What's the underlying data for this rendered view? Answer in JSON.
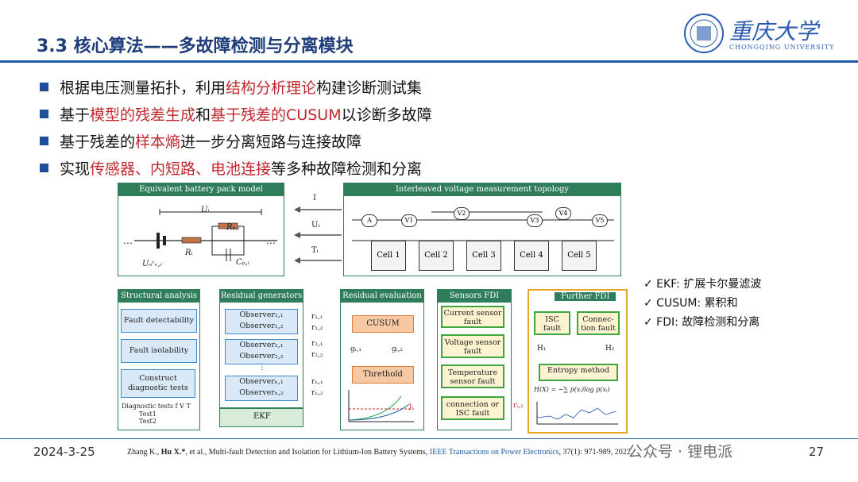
{
  "header": {
    "title": "3.3 核心算法——多故障检测与分离模块",
    "logo_text": "重庆大学",
    "logo_sub": "CHONGQING UNIVERSITY"
  },
  "bullets": [
    {
      "parts": [
        {
          "t": "根据电压测量拓扑，利用",
          "red": false
        },
        {
          "t": "结构分析理论",
          "red": true
        },
        {
          "t": "构建诊断测试集",
          "red": false
        }
      ]
    },
    {
      "parts": [
        {
          "t": "基于",
          "red": false
        },
        {
          "t": "模型的残差生成",
          "red": true
        },
        {
          "t": "和",
          "red": false
        },
        {
          "t": "基于残差的CUSUM",
          "red": true
        },
        {
          "t": "以诊断多故障",
          "red": false
        }
      ]
    },
    {
      "parts": [
        {
          "t": "基于残差的",
          "red": false
        },
        {
          "t": "样本熵",
          "red": true
        },
        {
          "t": "进一步分离短路与连接故障",
          "red": false
        }
      ]
    },
    {
      "parts": [
        {
          "t": "实现",
          "red": false
        },
        {
          "t": "传感器、内短路、电池连接",
          "red": true
        },
        {
          "t": "等多种故障检测和分离",
          "red": false
        }
      ]
    }
  ],
  "diagram": {
    "model_title": "Equivalent battery pack model",
    "topology_title": "Interleaved voltage measurement topology",
    "signals": [
      "I",
      "Uᵢ",
      "Tᵢ"
    ],
    "model_labels": {
      "ui": "Uᵢ",
      "rp": "Rₚ,ᵢ",
      "ri": "Rᵢ",
      "uocv": "Uₒᶜᵥ,ᵢ",
      "cp": "Cₚ,ᵢ"
    },
    "meters": [
      "A",
      "V1",
      "V2",
      "V3",
      "V4",
      "V5"
    ],
    "cells": [
      "Cell 1",
      "Cell 2",
      "Cell 3",
      "Cell 4",
      "Cell 5"
    ],
    "structural": {
      "title": "Structural analysis",
      "steps": [
        "Fault detectability",
        "Fault isolability",
        "Construct diagnostic tests"
      ],
      "table_head": "Diagnostic tests  f  V  T",
      "rows": [
        "Test1",
        "Test2"
      ]
    },
    "residual_gen": {
      "title": "Residual generators",
      "observers": [
        [
          "Observer₁,₁",
          "Observer₁,₂"
        ],
        [
          "Observer₂,₁",
          "Observer₂,₂"
        ],
        [
          "Observerₙ,₁",
          "Observerₙ,₂"
        ]
      ],
      "residuals": [
        "r₁,₁",
        "r₁,₂",
        "r₂,₁",
        "r₂,₂",
        "rₙ,₁",
        "rₙ,₂"
      ],
      "ekf": "EKF"
    },
    "evaluation": {
      "title": "Residual evaluation",
      "cusum": "CUSUM",
      "g1": "gᵢ,₁",
      "g2": "gᵢ,₂",
      "threshold": "Threthold",
      "j": "Jᵢ"
    },
    "sensors": {
      "title": "Sensors FDI",
      "items": [
        "Current sensor fault",
        "Voltage sensor fault",
        "Temperature sensor fault",
        "connection or ISC fault"
      ],
      "r": "rᵢ,₂"
    },
    "further": {
      "title": "Further FDI",
      "isc": "ISC fault",
      "conn": "Connec- tion fault",
      "h1": "H₁",
      "h2": "H₂",
      "entropy": "Entropy method",
      "formula": "H(X) = −∑ p(xᵢ)log p(xᵢ)"
    }
  },
  "notes": [
    "✓  EKF: 扩展卡尔曼滤波",
    "✓  CUSUM: 累积和",
    "✓  FDI: 故障检测和分离"
  ],
  "footer": {
    "date": "2024-3-25",
    "cite_a": "Zhang K., ",
    "cite_b": "Hu X.*",
    "cite_c": ", et al., Multi-fault Detection and Isolation for Lithium-Ion Battery Systems, ",
    "cite_journal": "IEEE Transactions on Power Electronics",
    "cite_d": ", 37(1): 971-989, 2022.",
    "page": "27",
    "watermark": "公众号 · 锂电派"
  }
}
